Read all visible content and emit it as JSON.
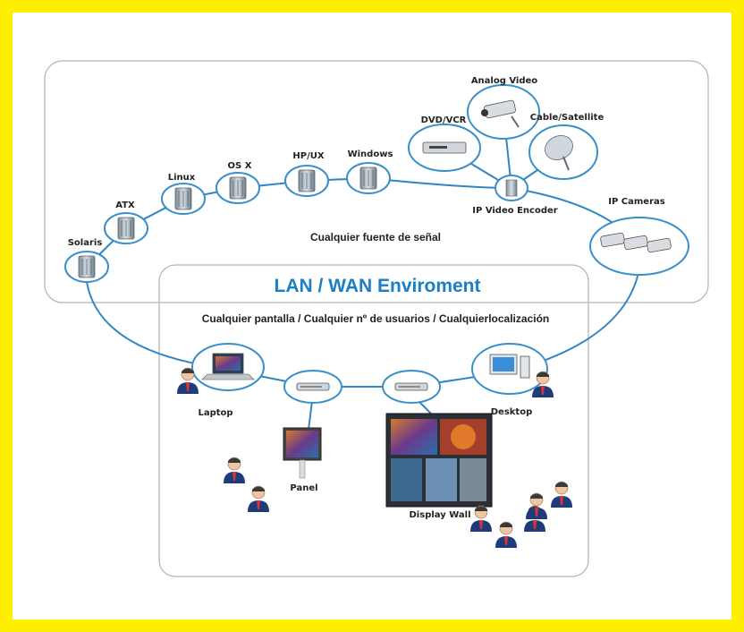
{
  "diagram": {
    "top_section_label": "Cualquier fuente de señal",
    "lan_title": "LAN / WAN Enviroment",
    "lan_subtitle": "Cualquier pantalla / Cualquier nº de usuarios / Cualquierlocalización",
    "servers": {
      "solaris": "Solaris",
      "atx": "ATX",
      "linux": "Linux",
      "osx": "OS X",
      "hpux": "HP/UX",
      "windows": "Windows"
    },
    "sources": {
      "analog_video": "Analog Video",
      "dvd_vcr": "DVD/VCR",
      "cable_satellite": "Cable/Satellite",
      "ip_video_encoder": "IP Video Encoder",
      "ip_cameras": "IP Cameras"
    },
    "displays": {
      "laptop": "Laptop",
      "panel": "Panel",
      "desktop": "Desktop",
      "display_wall": "Display Wall"
    }
  },
  "colors": {
    "frame": "#ffee00",
    "accent_blue": "#1a7fc4",
    "node_border": "#3a8fc8",
    "line": "#2f86c4"
  }
}
